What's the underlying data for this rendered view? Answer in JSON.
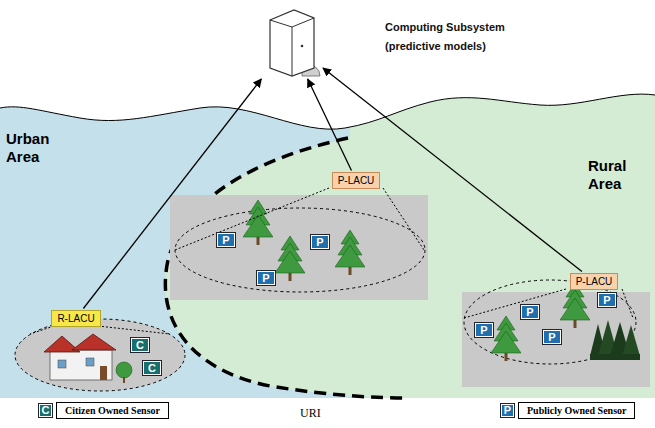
{
  "diagram": {
    "nodes": [
      {
        "text": [
          "Computing Subsystem (predictive models)"
        ]
      },
      {
        "text": [
          "R-LACU"
        ]
      },
      {
        "text": [
          "P-LACU"
        ]
      },
      {
        "text": [
          "P-LACU"
        ]
      },
      {
        "text": [
          "C"
        ]
      },
      {
        "text": [
          "C"
        ]
      },
      {
        "text": [
          "P"
        ]
      },
      {
        "text": [
          "P"
        ]
      },
      {
        "text": [
          "P"
        ]
      },
      {
        "text": [
          "P"
        ]
      },
      {
        "text": [
          "P"
        ]
      },
      {
        "text": [
          "P"
        ]
      },
      {
        "text": [
          "P"
        ]
      }
    ],
    "edges": [
      {
        "from": 1,
        "to": 0,
        "arrow": "to"
      },
      {
        "from": 2,
        "to": 0,
        "arrow": "to"
      },
      {
        "from": 3,
        "to": 0,
        "arrow": "to"
      }
    ],
    "labels": [
      "Urban Area",
      "Rural Area",
      "URI",
      "C",
      "P"
    ],
    "legend": [
      {
        "text": "Citizen Owned Sensor",
        "color": "#17706e"
      },
      {
        "text": "Publicly Owned Sensor",
        "color": "#1f6fae"
      }
    ]
  }
}
